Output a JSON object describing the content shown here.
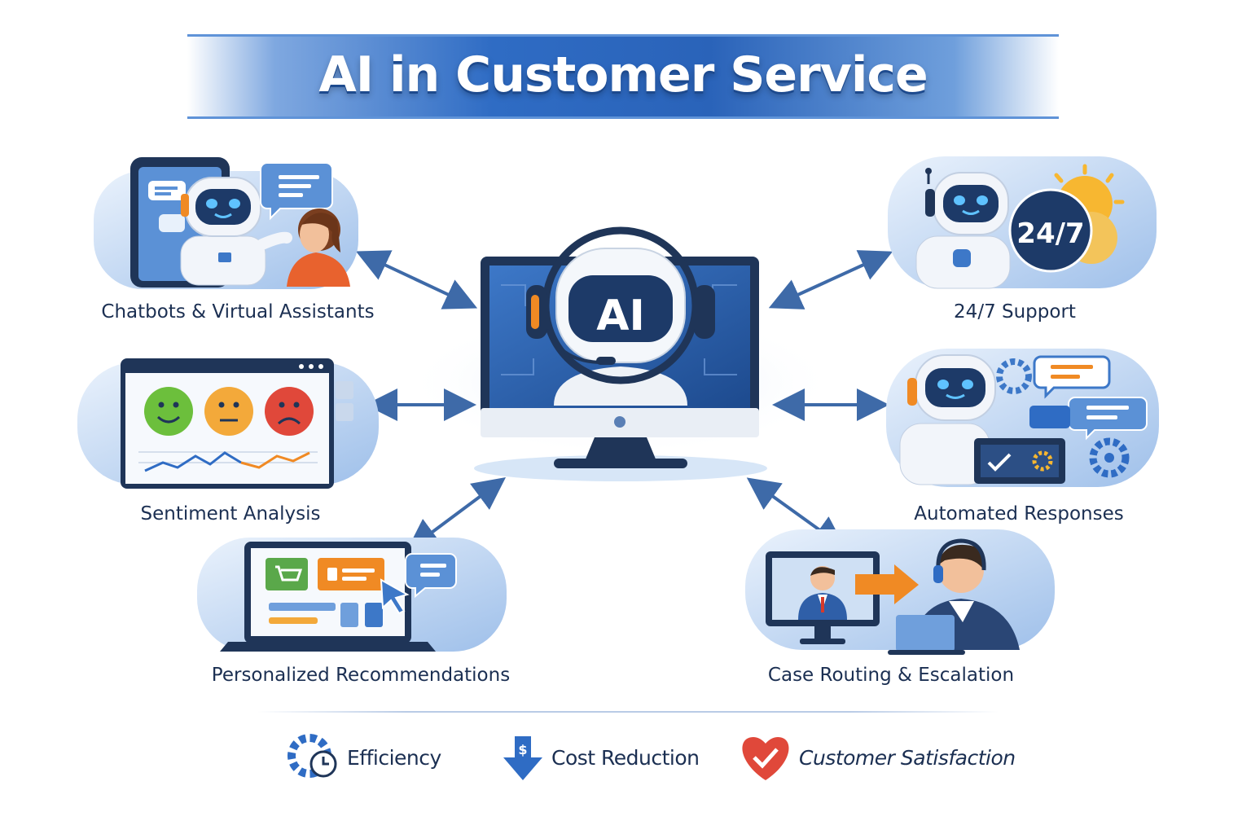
{
  "title": "AI in Customer Service",
  "center": {
    "screen_text": "AI"
  },
  "features": {
    "chatbots": {
      "label": "Chatbots & Virtual Assistants"
    },
    "support": {
      "label": "24/7 Support",
      "badge": "24/7"
    },
    "sentiment": {
      "label": "Sentiment Analysis"
    },
    "automated": {
      "label": "Automated Responses"
    },
    "recommendations": {
      "label": "Personalized Recommendations"
    },
    "routing": {
      "label": "Case Routing & Escalation"
    }
  },
  "benefits": [
    {
      "label": "Efficiency",
      "icon": "gear-clock-icon"
    },
    {
      "label": "Cost Reduction",
      "icon": "dollar-down-arrow-icon"
    },
    {
      "label": "Customer Satisfaction",
      "icon": "heart-check-icon"
    }
  ],
  "colors": {
    "primary": "#2f6cc4",
    "navy": "#1b2f52",
    "happy": "#6cbf3c",
    "neutral": "#f3a93a",
    "sad": "#e0483a",
    "accent_orange": "#f08a24"
  }
}
